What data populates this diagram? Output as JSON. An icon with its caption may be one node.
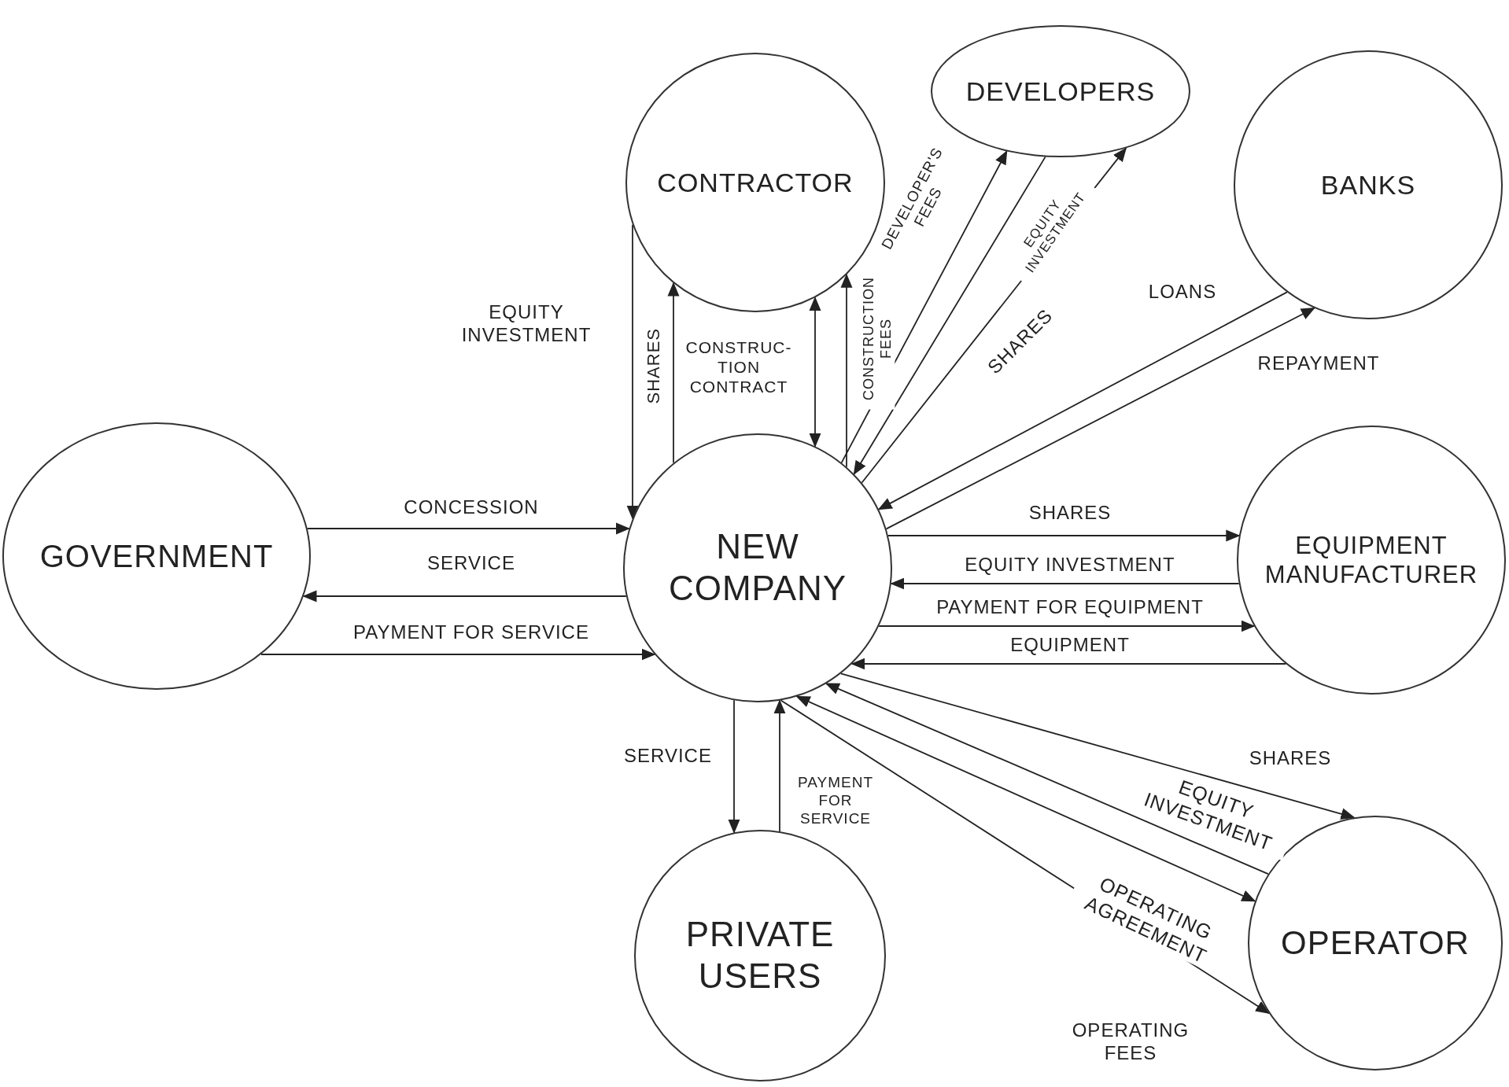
{
  "diagram": {
    "nodes": [
      {
        "text": [
          "DEVELOPERS"
        ]
      },
      {
        "text": [
          "CONTRACTOR"
        ]
      },
      {
        "text": [
          "BANKS"
        ]
      },
      {
        "text": [
          "GOVERNMENT"
        ]
      },
      {
        "text": [
          "NEW COMPANY"
        ]
      },
      {
        "text": [
          "EQUIPMENT MANUFACTURER"
        ]
      },
      {
        "text": [
          "OPERATOR"
        ]
      },
      {
        "text": [
          "PRIVATE USERS"
        ]
      }
    ],
    "edges": [
      {
        "from": 1,
        "to": 4,
        "arrow": "to",
        "label": "EQUITY INVESTMENT"
      },
      {
        "from": 4,
        "to": 1,
        "arrow": "to",
        "label": "SHARES"
      },
      {
        "from": 4,
        "to": 1,
        "arrow": "both",
        "label": "CONSTRUC- TION CONTRACT"
      },
      {
        "from": 4,
        "to": 1,
        "arrow": "to",
        "label": "CONSTRUCTION FEES"
      },
      {
        "from": 4,
        "to": 0,
        "arrow": "to",
        "label": "DEVELOPER'S FEES"
      },
      {
        "from": 0,
        "to": 4,
        "arrow": "to",
        "label": "EQUITY INVESTMENT"
      },
      {
        "from": 4,
        "to": 0,
        "arrow": "to",
        "label": "SHARES"
      },
      {
        "from": 2,
        "to": 4,
        "arrow": "to",
        "label": "LOANS"
      },
      {
        "from": 4,
        "to": 2,
        "arrow": "to",
        "label": "REPAYMENT"
      },
      {
        "from": 4,
        "to": 5,
        "arrow": "to",
        "label": "SHARES"
      },
      {
        "from": 5,
        "to": 4,
        "arrow": "to",
        "label": "EQUITY INVESTMENT"
      },
      {
        "from": 4,
        "to": 5,
        "arrow": "to",
        "label": "PAYMENT FOR EQUIPMENT"
      },
      {
        "from": 5,
        "to": 4,
        "arrow": "to",
        "label": "EQUIPMENT"
      },
      {
        "from": 3,
        "to": 4,
        "arrow": "to",
        "label": "CONCESSION"
      },
      {
        "from": 4,
        "to": 3,
        "arrow": "to",
        "label": "SERVICE"
      },
      {
        "from": 3,
        "to": 4,
        "arrow": "to",
        "label": "PAYMENT FOR SERVICE"
      },
      {
        "from": 4,
        "to": 7,
        "arrow": "to",
        "label": "SERVICE"
      },
      {
        "from": 7,
        "to": 4,
        "arrow": "to",
        "label": "PAYMENT FOR SERVICE"
      },
      {
        "from": 4,
        "to": 6,
        "arrow": "to",
        "label": "SHARES"
      },
      {
        "from": 6,
        "to": 4,
        "arrow": "to",
        "label": "EQUITY INVESTMENT"
      },
      {
        "from": 4,
        "to": 6,
        "arrow": "both",
        "label": "OPERATING AGREEMENT"
      },
      {
        "from": 4,
        "to": 6,
        "arrow": "to",
        "label": "OPERATING FEES"
      }
    ]
  }
}
